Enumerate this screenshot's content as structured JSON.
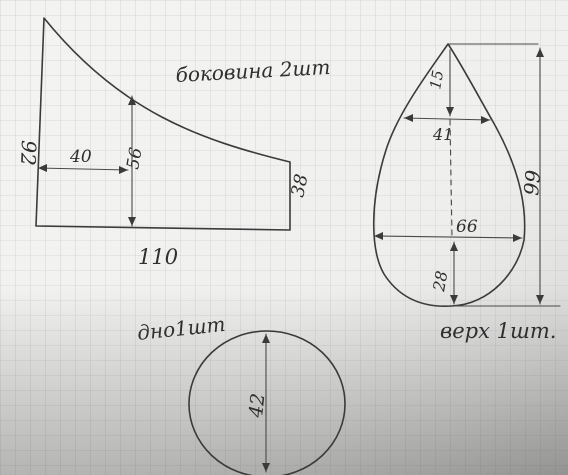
{
  "colors": {
    "paper": "#f3f3f1",
    "grid": "#b9c0c8",
    "ink": "#3b3b3b",
    "shadow": "#9a9a9a"
  },
  "side_panel": {
    "title": "боковина 2шт",
    "height_left": "92",
    "offset_width": "40",
    "inner_height": "56",
    "right_height": "38",
    "bottom_length": "110"
  },
  "top_piece": {
    "title": "верх 1шт.",
    "upper_segment": "15",
    "upper_width": "41",
    "total_height": "99",
    "max_width": "66",
    "lower_segment": "28"
  },
  "bottom_piece": {
    "title": "дно1шт",
    "diameter": "42"
  }
}
